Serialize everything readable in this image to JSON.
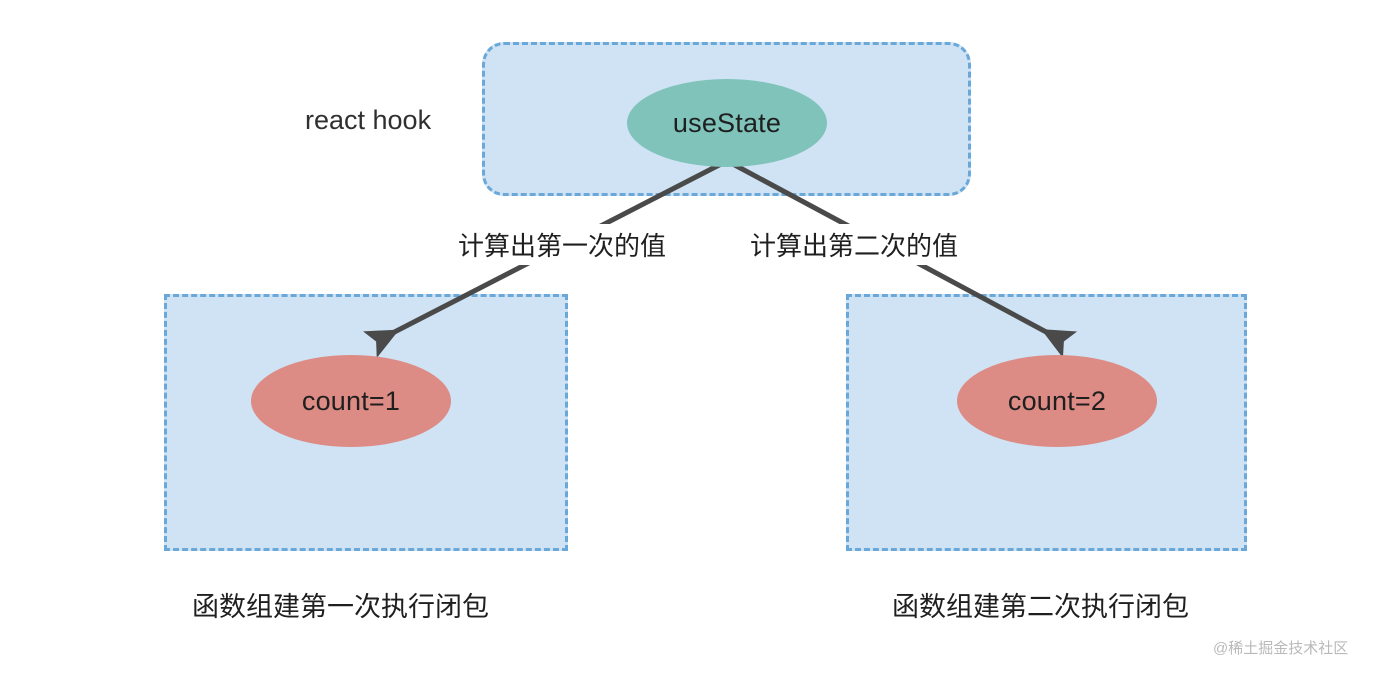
{
  "diagram": {
    "title_label": "react hook",
    "hook_container": {
      "name": "react hook container",
      "node": {
        "label": "useState",
        "shape": "ellipse",
        "fill": "#7fc3bb"
      },
      "fill": "#cfe3f4",
      "border_color": "#6aa8da",
      "border_style": "dashed"
    },
    "edges": [
      {
        "label": "计算出第一次的值",
        "from": "useState",
        "to": "count=1",
        "color": "#4a4a4a"
      },
      {
        "label": "计算出第二次的值",
        "from": "useState",
        "to": "count=2",
        "color": "#4a4a4a"
      }
    ],
    "closures": [
      {
        "caption": "函数组建第一次执行闭包",
        "node": {
          "label": "count=1",
          "shape": "ellipse",
          "fill": "#dd8b85"
        },
        "fill": "#cfe3f4",
        "border_color": "#6aa8da",
        "border_style": "dashed"
      },
      {
        "caption": "函数组建第二次执行闭包",
        "node": {
          "label": "count=2",
          "shape": "ellipse",
          "fill": "#dd8b85"
        },
        "fill": "#cfe3f4",
        "border_color": "#6aa8da",
        "border_style": "dashed"
      }
    ]
  },
  "watermark": {
    "text": "@稀土掘金技术社区",
    "color": "#b9b9b9"
  }
}
